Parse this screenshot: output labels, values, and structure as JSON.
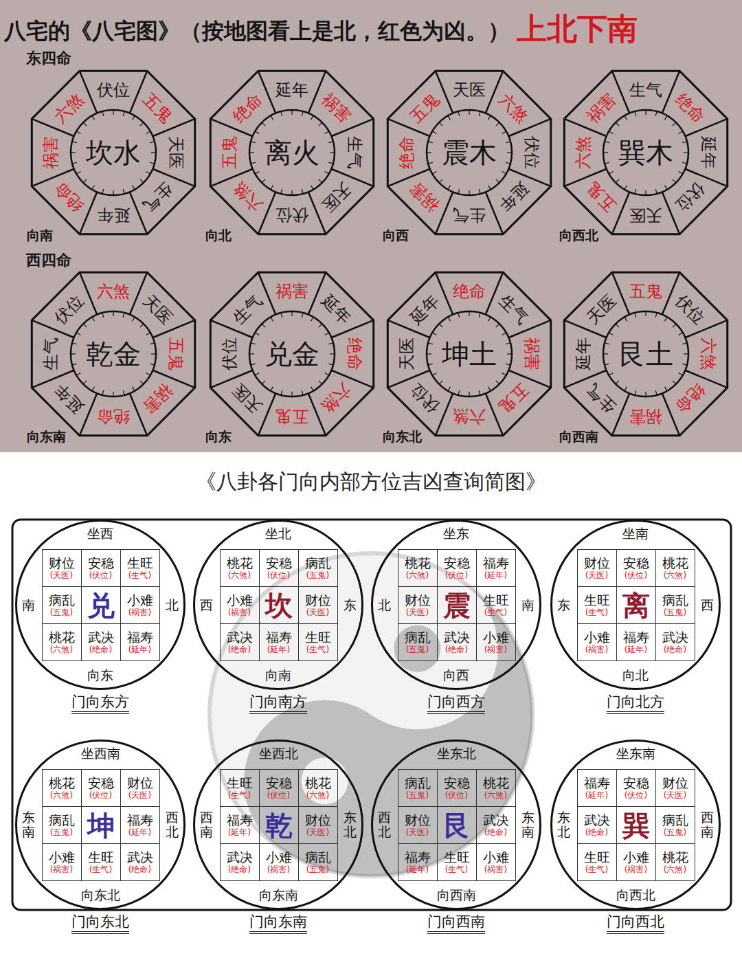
{
  "diagram": {
    "title": "八宅的《八宅图》（按地图看上是北，红色为凶。）",
    "nodes": [
      {
        "text": [
          "坎水",
          "伏位",
          "五鬼",
          "天医",
          "生气",
          "延年",
          "绝命",
          "祸害",
          "六煞",
          "向南"
        ]
      },
      {
        "text": [
          "离火",
          "延年",
          "祸害",
          "生气",
          "天医",
          "伏位",
          "六煞",
          "五鬼",
          "绝命",
          "向北"
        ]
      },
      {
        "text": [
          "震木",
          "天医",
          "六煞",
          "伏位",
          "延年",
          "生气",
          "祸害",
          "绝命",
          "五鬼",
          "向西"
        ]
      },
      {
        "text": [
          "巽木",
          "生气",
          "绝命",
          "延年",
          "伏位",
          "天医",
          "五鬼",
          "六煞",
          "祸害",
          "向西北"
        ]
      },
      {
        "text": [
          "乾金",
          "六煞",
          "天医",
          "五鬼",
          "祸害",
          "绝命",
          "延年",
          "生气",
          "伏位",
          "向东南"
        ]
      },
      {
        "text": [
          "兑金",
          "祸害",
          "延年",
          "绝命",
          "六煞",
          "五鬼",
          "天医",
          "伏位",
          "生气",
          "向东"
        ]
      },
      {
        "text": [
          "坤土",
          "绝命",
          "生气",
          "祸害",
          "五鬼",
          "六煞",
          "伏位",
          "天医",
          "延年",
          "向东北"
        ]
      },
      {
        "text": [
          "艮土",
          "五鬼",
          "伏位",
          "六煞",
          "绝命",
          "祸害",
          "生气",
          "延年",
          "天医",
          "向西南"
        ]
      },
      {
        "text": [
          "坐西",
          "南",
          "北",
          "向东",
          "门向东方"
        ]
      },
      {
        "text": [
          "财位",
          "(天医)"
        ],
        "in": 8
      },
      {
        "text": [
          "安稳",
          "(伏位)"
        ],
        "in": 8
      },
      {
        "text": [
          "生旺",
          "(生气)"
        ],
        "in": 8
      },
      {
        "text": [
          "病乱",
          "(五鬼)"
        ],
        "in": 8
      },
      {
        "text": [
          "兑"
        ],
        "in": 8
      },
      {
        "text": [
          "小难",
          "(祸害)"
        ],
        "in": 8
      },
      {
        "text": [
          "桃花",
          "(六煞)"
        ],
        "in": 8
      },
      {
        "text": [
          "武决",
          "(绝命)"
        ],
        "in": 8
      },
      {
        "text": [
          "福寿",
          "(延年)"
        ],
        "in": 8
      },
      {
        "text": [
          "坐北",
          "西",
          "东",
          "向南",
          "门向南方"
        ]
      },
      {
        "text": [
          "桃花",
          "(六煞)"
        ],
        "in": 18
      },
      {
        "text": [
          "安稳",
          "(伏位)"
        ],
        "in": 18
      },
      {
        "text": [
          "病乱",
          "(五鬼)"
        ],
        "in": 18
      },
      {
        "text": [
          "小难",
          "(祸害)"
        ],
        "in": 18
      },
      {
        "text": [
          "坎"
        ],
        "in": 18
      },
      {
        "text": [
          "财位",
          "(天医)"
        ],
        "in": 18
      },
      {
        "text": [
          "武决",
          "(绝命)"
        ],
        "in": 18
      },
      {
        "text": [
          "福寿",
          "(延年)"
        ],
        "in": 18
      },
      {
        "text": [
          "生旺",
          "(生气)"
        ],
        "in": 18
      },
      {
        "text": [
          "坐东",
          "北",
          "南",
          "向西",
          "门向西方"
        ]
      },
      {
        "text": [
          "桃花",
          "(六煞)"
        ],
        "in": 28
      },
      {
        "text": [
          "安稳",
          "(伏位)"
        ],
        "in": 28
      },
      {
        "text": [
          "福寿",
          "(延年)"
        ],
        "in": 28
      },
      {
        "text": [
          "财位",
          "(天医)"
        ],
        "in": 28
      },
      {
        "text": [
          "震"
        ],
        "in": 28
      },
      {
        "text": [
          "生旺",
          "(生气)"
        ],
        "in": 28
      },
      {
        "text": [
          "病乱",
          "(五鬼)"
        ],
        "in": 28
      },
      {
        "text": [
          "武决",
          "(绝命)"
        ],
        "in": 28
      },
      {
        "text": [
          "小难",
          "(祸害)"
        ],
        "in": 28
      },
      {
        "text": [
          "坐南",
          "东",
          "西",
          "向北",
          "门向北方"
        ]
      },
      {
        "text": [
          "财位",
          "(天医)"
        ],
        "in": 38
      },
      {
        "text": [
          "安稳",
          "(伏位)"
        ],
        "in": 38
      },
      {
        "text": [
          "桃花",
          "(六煞)"
        ],
        "in": 38
      },
      {
        "text": [
          "生旺",
          "(生气)"
        ],
        "in": 38
      },
      {
        "text": [
          "离"
        ],
        "in": 38
      },
      {
        "text": [
          "病乱",
          "(五鬼)"
        ],
        "in": 38
      },
      {
        "text": [
          "小难",
          "(祸害)"
        ],
        "in": 38
      },
      {
        "text": [
          "福寿",
          "(延年)"
        ],
        "in": 38
      },
      {
        "text": [
          "武决",
          "(绝命)"
        ],
        "in": 38
      },
      {
        "text": [
          "坐西南",
          "东南",
          "西北",
          "向东北",
          "门向东北"
        ]
      },
      {
        "text": [
          "桃花",
          "(六煞)"
        ],
        "in": 48
      },
      {
        "text": [
          "安稳",
          "(伏位)"
        ],
        "in": 48
      },
      {
        "text": [
          "财位",
          "(天医)"
        ],
        "in": 48
      },
      {
        "text": [
          "病乱",
          "(五鬼)"
        ],
        "in": 48
      },
      {
        "text": [
          "坤"
        ],
        "in": 48
      },
      {
        "text": [
          "福寿",
          "(延年)"
        ],
        "in": 48
      },
      {
        "text": [
          "小难",
          "(祸害)"
        ],
        "in": 48
      },
      {
        "text": [
          "生旺",
          "(生气)"
        ],
        "in": 48
      },
      {
        "text": [
          "武决",
          "(绝命)"
        ],
        "in": 48
      },
      {
        "text": [
          "坐西北",
          "西南",
          "东北",
          "向东南",
          "门向东南"
        ]
      },
      {
        "text": [
          "生旺",
          "(生气)"
        ],
        "in": 58
      },
      {
        "text": [
          "安稳",
          "(伏位)"
        ],
        "in": 58
      },
      {
        "text": [
          "桃花",
          "(六煞)"
        ],
        "in": 58
      },
      {
        "text": [
          "福寿",
          "(延年)"
        ],
        "in": 58
      },
      {
        "text": [
          "乾"
        ],
        "in": 58
      },
      {
        "text": [
          "财位",
          "(天医)"
        ],
        "in": 58
      },
      {
        "text": [
          "武决",
          "(绝命)"
        ],
        "in": 58
      },
      {
        "text": [
          "小难",
          "(祸害)"
        ],
        "in": 58
      },
      {
        "text": [
          "病乱",
          "(五鬼)"
        ],
        "in": 58
      },
      {
        "text": [
          "坐东北",
          "西北",
          "东南",
          "向西南",
          "门向西南"
        ]
      },
      {
        "text": [
          "病乱",
          "(五鬼)"
        ],
        "in": 68
      },
      {
        "text": [
          "安稳",
          "(伏位)"
        ],
        "in": 68
      },
      {
        "text": [
          "桃花",
          "(六煞)"
        ],
        "in": 68
      },
      {
        "text": [
          "财位",
          "(天医)"
        ],
        "in": 68
      },
      {
        "text": [
          "艮"
        ],
        "in": 68
      },
      {
        "text": [
          "武决",
          "(绝命)"
        ],
        "in": 68
      },
      {
        "text": [
          "福寿",
          "(延年)"
        ],
        "in": 68
      },
      {
        "text": [
          "生旺",
          "(生气)"
        ],
        "in": 68
      },
      {
        "text": [
          "小难",
          "(祸害)"
        ],
        "in": 68
      },
      {
        "text": [
          "坐东南",
          "东北",
          "西南",
          "向西北",
          "门向西北"
        ]
      },
      {
        "text": [
          "福寿",
          "(延年)"
        ],
        "in": 78
      },
      {
        "text": [
          "安稳",
          "(伏位)"
        ],
        "in": 78
      },
      {
        "text": [
          "财位",
          "(天医)"
        ],
        "in": 78
      },
      {
        "text": [
          "武决",
          "(绝命)"
        ],
        "in": 78
      },
      {
        "text": [
          "巽"
        ],
        "in": 78
      },
      {
        "text": [
          "病乱",
          "(五鬼)"
        ],
        "in": 78
      },
      {
        "text": [
          "生旺",
          "(生气)"
        ],
        "in": 78
      },
      {
        "text": [
          "小难",
          "(祸害)"
        ],
        "in": 78
      },
      {
        "text": [
          "桃花",
          "(六煞)"
        ],
        "in": 78
      }
    ],
    "labels": [
      "上北下南",
      "东四命",
      "西四命",
      "《八卦各门向内部方位吉凶查询简图》"
    ]
  }
}
